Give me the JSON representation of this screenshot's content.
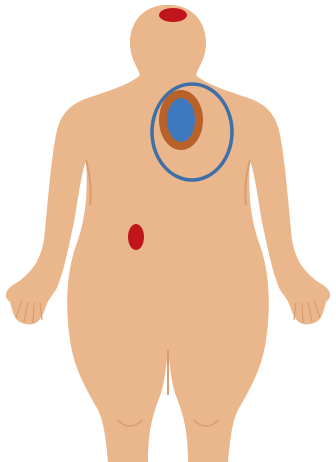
{
  "figure": {
    "subject": "front-body-silhouette",
    "colors": {
      "background": "#ffffff",
      "skin": "#EAB68C",
      "skin_shadow": "#D89E72",
      "marker_red": "#C0161B",
      "marker_orange": "#B8622A",
      "marker_blue": "#3E79BF",
      "ring_outline": "#3F6FA8"
    },
    "markers": [
      {
        "name": "head-marker",
        "color": "marker_red"
      },
      {
        "name": "chest-outer-marker",
        "color": "marker_orange"
      },
      {
        "name": "chest-inner-marker",
        "color": "marker_blue"
      },
      {
        "name": "chest-ring",
        "color": "ring_outline"
      },
      {
        "name": "abdomen-marker",
        "color": "marker_red"
      }
    ]
  }
}
